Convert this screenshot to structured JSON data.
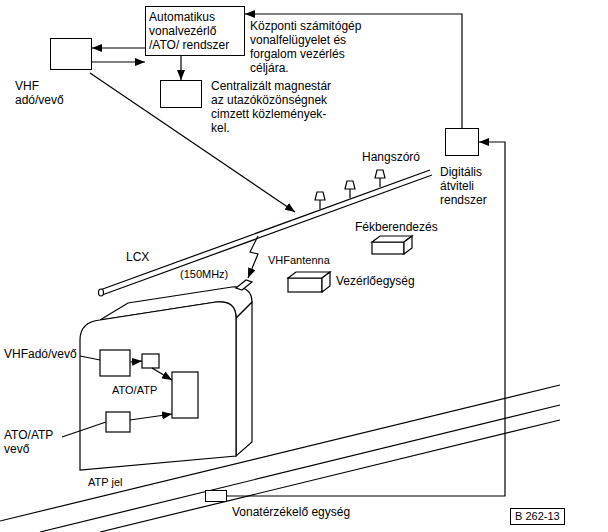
{
  "diagram": {
    "nodes": [
      {
        "text": [
          "VHF adó/vevő"
        ]
      },
      {
        "text": [
          "Automatikus vonalvezérlő /ATO/ rendszer"
        ]
      },
      {
        "text": [
          "Centralizált magnestár az utazóközönségnek cimzett közlemények- kel."
        ]
      },
      {
        "text": [
          "Digitális átviteli rendszer"
        ]
      },
      {
        "text": [
          "Vonatérzékelő egység"
        ]
      },
      {
        "text": [
          "B 262-13"
        ]
      }
    ],
    "edges": [
      {
        "from": 1,
        "to": 0,
        "arrow": "to"
      },
      {
        "from": 0,
        "to": 1,
        "arrow": "to"
      },
      {
        "from": 1,
        "to": 2,
        "arrow": "to"
      },
      {
        "from": 3,
        "to": 1,
        "arrow": "to"
      },
      {
        "from": 4,
        "to": 3,
        "arrow": "to"
      }
    ],
    "labels": [
      "Központi számitógép vonalfelügyelet és forgalom vezérlés céljára.",
      "LCX",
      "(150MHz)",
      "VHFantenna",
      "Hangszóró",
      "Fékberendezés",
      "Vezérlőegység",
      "VHFadó/vevő",
      "ATO/ATP",
      "ATO/ATP vevő",
      "ATP jel"
    ]
  }
}
